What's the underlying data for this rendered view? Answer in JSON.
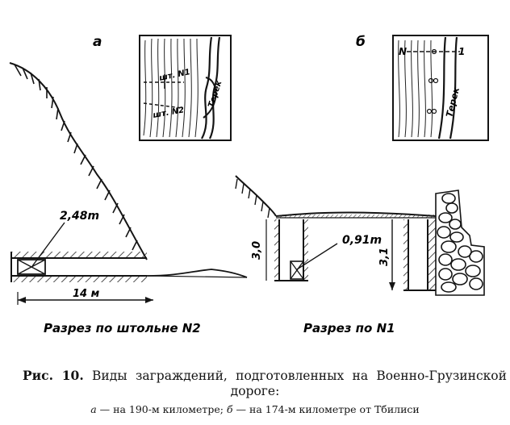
{
  "figure": {
    "panel_a_label": "а",
    "panel_b_label": "б",
    "inset_a": {
      "adit_1": "шт. N1",
      "adit_2": "шт. N2",
      "river": "Терек"
    },
    "inset_b": {
      "marker_n": "N",
      "marker_1": "1",
      "river": "Терек"
    },
    "section_a": {
      "charge_dim": "2,48m",
      "length_dim": "14 м",
      "title": "Разрез по штольне N2"
    },
    "section_b": {
      "left_depth": "3,0",
      "charge_dim": "0,91m",
      "right_depth": "3,1",
      "title": "Разрез по N1"
    }
  },
  "caption": {
    "fig_number": "Рис. 10.",
    "line1_text": "Виды заграждений, подготовленных на Военно-Грузинской",
    "line2_text": "дороге:",
    "sub_a_letter": "а",
    "sub_a_text": " — на 190-м километре; ",
    "sub_b_letter": "б",
    "sub_b_text": " — на 174-м километре от Тбилиси"
  }
}
